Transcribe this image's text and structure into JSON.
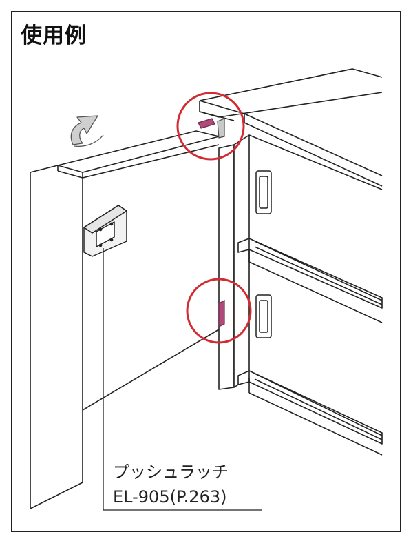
{
  "title": "使用例",
  "callout": {
    "product_name": "プッシュラッチ",
    "product_code": "EL-905(P.263)"
  },
  "colors": {
    "line": "#222222",
    "highlight_circle": "#d22b32",
    "latch_part": "#b04a7a",
    "arrow_fill": "#cfcfcf",
    "arrow_stroke": "#555555",
    "plate_fill": "#f2f2f2"
  },
  "icons": {
    "arrow": "curved-up-arrow",
    "latch_plate": "push-latch-plate"
  }
}
